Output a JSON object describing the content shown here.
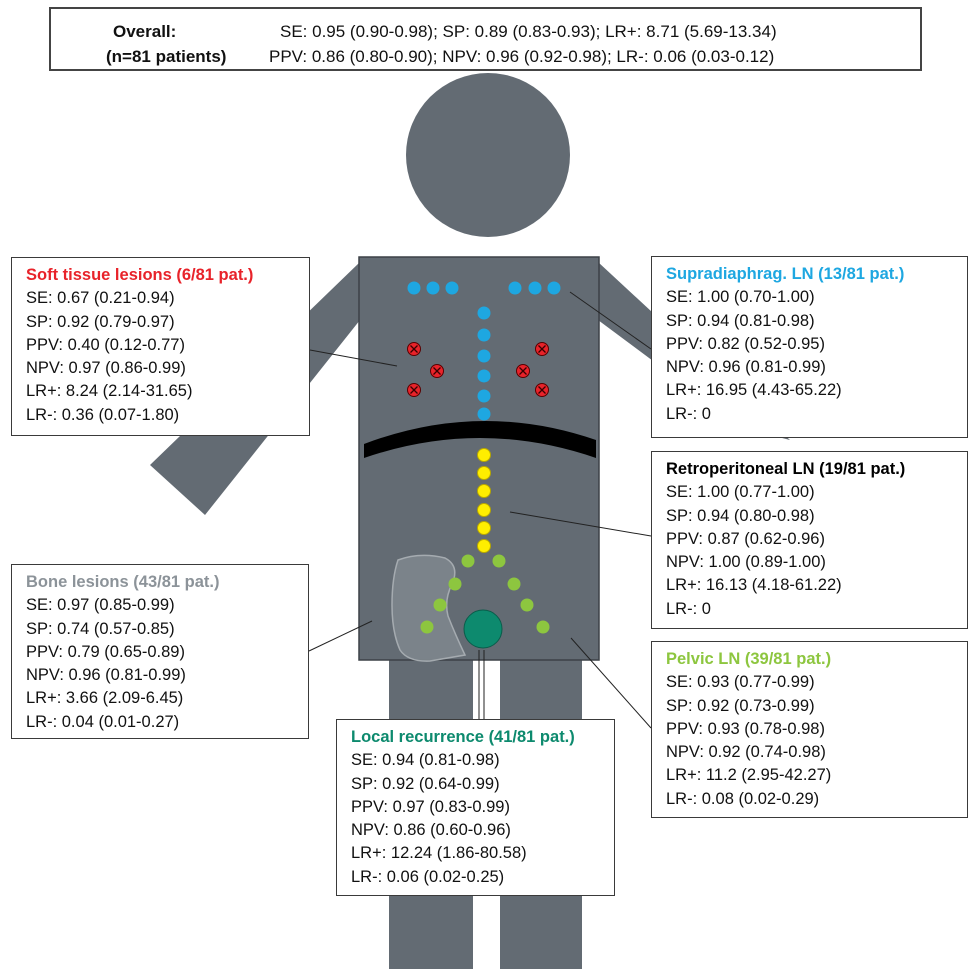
{
  "overall": {
    "label_line1": "Overall:",
    "label_line2": "(n=81 patients)",
    "metrics_line1": "SE: 0.95 (0.90-0.98); SP: 0.89 (0.83-0.93); LR+: 8.71 (5.69-13.34)",
    "metrics_line2": "PPV: 0.86 (0.80-0.90); NPV: 0.96 (0.92-0.98); LR-: 0.06 (0.03-0.12)"
  },
  "colors": {
    "body": "#636b73",
    "soft_tissue": "#e8232a",
    "supradiaphragmatic": "#1ea7e1",
    "retroperitoneal": "#ffee00",
    "pelvic": "#8dc63f",
    "local": "#0d8a6e",
    "bone": "#8c9399",
    "diaphragm": "#000000"
  },
  "boxes": {
    "soft": {
      "title": "Soft tissue lesions (6/81 pat.)",
      "rows": [
        "SE: 0.67 (0.21-0.94)",
        "SP: 0.92 (0.79-0.97)",
        "PPV: 0.40 (0.12-0.77)",
        "NPV: 0.97 (0.86-0.99)",
        "LR+: 8.24 (2.14-31.65)",
        "LR-: 0.36 (0.07-1.80)"
      ]
    },
    "supra": {
      "title": "Supradiaphrag. LN (13/81 pat.)",
      "rows": [
        "SE: 1.00 (0.70-1.00)",
        "SP: 0.94 (0.81-0.98)",
        "PPV: 0.82 (0.52-0.95)",
        "NPV: 0.96 (0.81-0.99)",
        "LR+: 16.95 (4.43-65.22)",
        "LR-: 0"
      ]
    },
    "retro": {
      "title": "Retroperitoneal LN (19/81 pat.)",
      "rows": [
        "SE: 1.00 (0.77-1.00)",
        "SP: 0.94 (0.80-0.98)",
        "PPV: 0.87 (0.62-0.96)",
        "NPV: 1.00 (0.89-1.00)",
        "LR+: 16.13 (4.18-61.22)",
        "LR-: 0"
      ]
    },
    "bone": {
      "title": "Bone lesions (43/81 pat.)",
      "rows": [
        "SE: 0.97 (0.85-0.99)",
        "SP: 0.74 (0.57-0.85)",
        "PPV: 0.79 (0.65-0.89)",
        "NPV: 0.96 (0.81-0.99)",
        "LR+: 3.66 (2.09-6.45)",
        "LR-: 0.04 (0.01-0.27)"
      ]
    },
    "pelvic": {
      "title": "Pelvic LN (39/81 pat.)",
      "rows": [
        "SE: 0.93 (0.77-0.99)",
        "SP: 0.92 (0.73-0.99)",
        "PPV: 0.93 (0.78-0.98)",
        "NPV: 0.92 (0.74-0.98)",
        "LR+: 11.2 (2.95-42.27)",
        "LR-: 0.08 (0.02-0.29)"
      ]
    },
    "local": {
      "title": "Local recurrence (41/81 pat.)",
      "rows": [
        "SE: 0.94 (0.81-0.98)",
        "SP: 0.92 (0.64-0.99)",
        "PPV: 0.97 (0.83-0.99)",
        "NPV: 0.86 (0.60-0.96)",
        "LR+: 12.24 (1.86-80.58)",
        "LR-: 0.06 (0.02-0.25)"
      ]
    }
  }
}
